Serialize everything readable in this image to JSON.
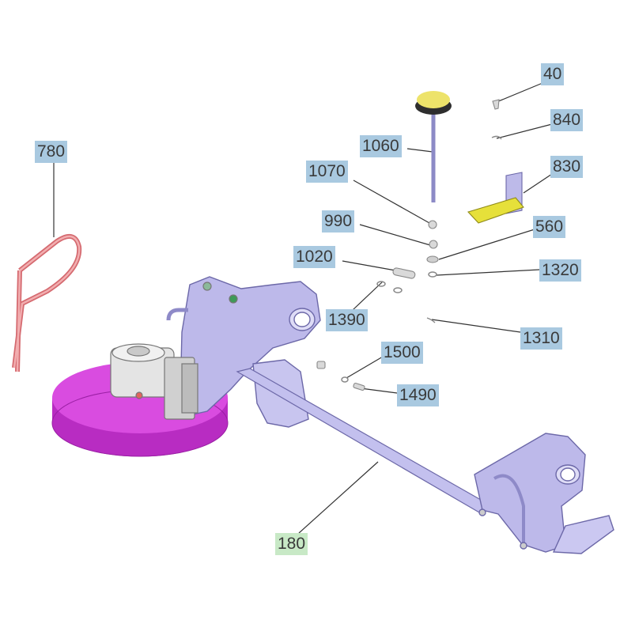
{
  "diagram": {
    "parts": {
      "p40": {
        "number": "40"
      },
      "p840": {
        "number": "840"
      },
      "p1060": {
        "number": "1060"
      },
      "p1070": {
        "number": "1070"
      },
      "p830": {
        "number": "830"
      },
      "p780": {
        "number": "780"
      },
      "p990": {
        "number": "990"
      },
      "p560": {
        "number": "560"
      },
      "p1020": {
        "number": "1020"
      },
      "p1320": {
        "number": "1320"
      },
      "p1390": {
        "number": "1390"
      },
      "p1310": {
        "number": "1310"
      },
      "p1500": {
        "number": "1500"
      },
      "p1490": {
        "number": "1490"
      },
      "p180": {
        "number": "180"
      }
    },
    "colors": {
      "label_bg": "#a9c9e0",
      "label_highlight_bg": "#c8e9c6",
      "frame": "#b9b6e8",
      "brush": "#c83ad0",
      "belt": "#e58a8c",
      "plate": "#e6e03a",
      "knob": "#e8e55a"
    }
  }
}
